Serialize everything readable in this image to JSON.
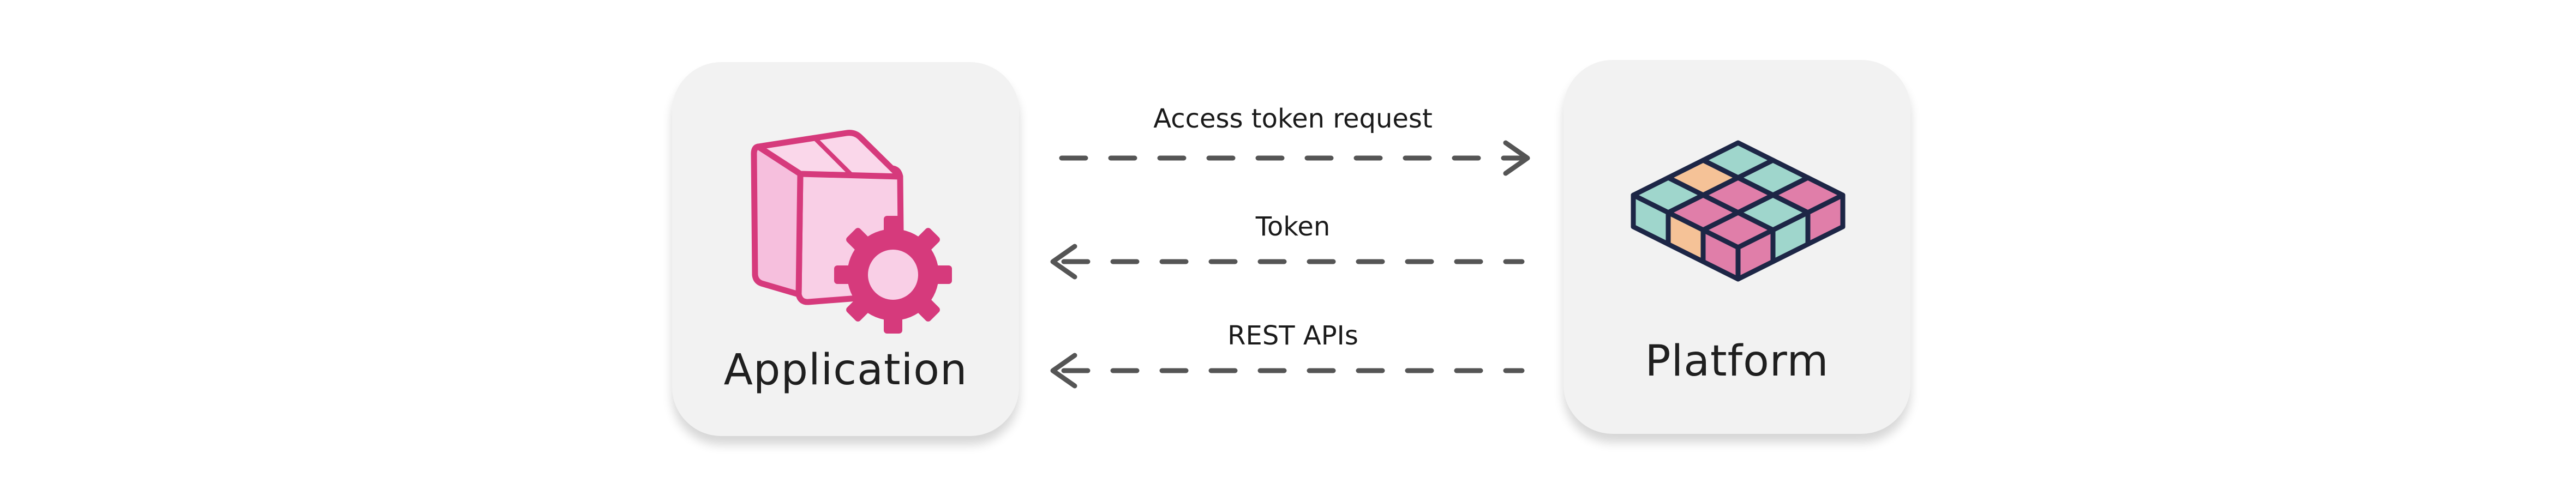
{
  "nodes": {
    "application": {
      "label": "Application",
      "icon": "package-gear-icon",
      "accent": "#d63a7c",
      "fill": "#f8c6e2"
    },
    "platform": {
      "label": "Platform",
      "icon": "grid-blocks-icon",
      "colors": [
        "#9fd6cc",
        "#f5c297",
        "#e07ea9",
        "#1d2646"
      ]
    }
  },
  "flows": [
    {
      "label": "Access token request",
      "direction": "to-platform"
    },
    {
      "label": "Token",
      "direction": "to-application"
    },
    {
      "label": "REST APIs",
      "direction": "to-application"
    }
  ],
  "colors": {
    "card_bg": "#f2f2f2",
    "arrow": "#555555"
  }
}
